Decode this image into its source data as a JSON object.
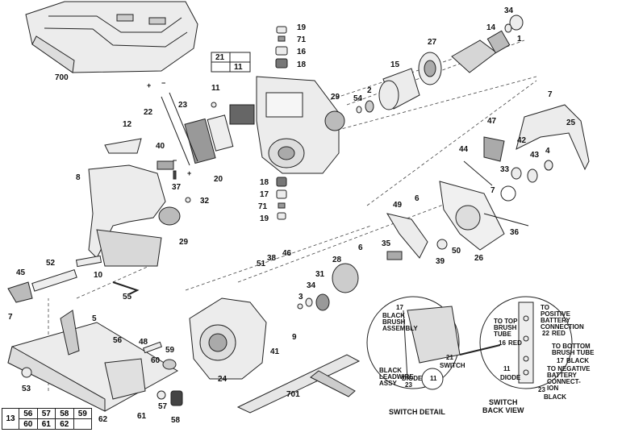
{
  "labels": {
    "p700": "700",
    "p19a": "19",
    "p71a": "71",
    "p16": "16",
    "p18a": "18",
    "p21": "21",
    "p11box": "11",
    "p34": "34",
    "p14": "14",
    "p1": "1",
    "p27": "27",
    "p15": "15",
    "p2": "2",
    "p54": "54",
    "p29a": "29",
    "p11": "11",
    "p22": "22",
    "p23": "23",
    "p12": "12",
    "p40": "40",
    "p37": "37",
    "p20": "20",
    "p8": "8",
    "p32": "32",
    "p29b": "29",
    "p18b": "18",
    "p17": "17",
    "p71b": "71",
    "p19b": "19",
    "p7a": "7",
    "p25": "25",
    "p47": "47",
    "p42": "42",
    "p43": "43",
    "p4": "4",
    "p44": "44",
    "p33": "33",
    "p7b": "7",
    "p6a": "6",
    "p49": "49",
    "p36": "36",
    "p26": "26",
    "p6b": "6",
    "p35": "35",
    "p39": "39",
    "p50": "50",
    "p28": "28",
    "p51": "51",
    "p38": "38",
    "p46": "46",
    "p31": "31",
    "p34b": "34",
    "p3": "3",
    "p45": "45",
    "p52": "52",
    "p10": "10",
    "p55": "55",
    "p7c": "7",
    "p5": "5",
    "p56": "56",
    "p48": "48",
    "p9": "9",
    "p41": "41",
    "p59": "59",
    "p60": "60",
    "p24": "24",
    "p53": "53",
    "p701": "701",
    "p57": "57",
    "p58": "58",
    "p62": "62",
    "p61": "61"
  },
  "table": {
    "left": "13",
    "row1": [
      "56",
      "57",
      "58",
      "59"
    ],
    "row2": [
      "60",
      "61",
      "62"
    ]
  },
  "switch_detail": {
    "n17": "17",
    "black_brush": "BLACK\nBRUSH\nASSEMBLY",
    "n21": "21",
    "switch": "SWITCH",
    "black_lead": "BLACK\nLEADWIRE\nASSY",
    "n23": "23",
    "diode": "DIODE",
    "n11": "11",
    "caption": "SWITCH DETAIL"
  },
  "switch_back": {
    "to_top": "TO TOP\nBRUSH\nTUBE",
    "n16": "16",
    "red1": "RED",
    "to_pos": "TO\nPOSITIVE\nBATTERY\nCONNECTION",
    "n22": "22",
    "red2": "RED",
    "to_bottom": "TO BOTTOM\nBRUSH TUBE",
    "n17": "17",
    "black1": "BLACK",
    "n11": "11",
    "diode": "DIODE",
    "to_neg": "TO NEGATIVE\nBATTERY\nCONNECT-\nION",
    "n23": "23",
    "black2": "BLACK",
    "caption": "SWITCH\nBACK VIEW"
  },
  "colors": {
    "line": "#222222",
    "fill": "#e9e9e9",
    "dark": "#555555"
  }
}
